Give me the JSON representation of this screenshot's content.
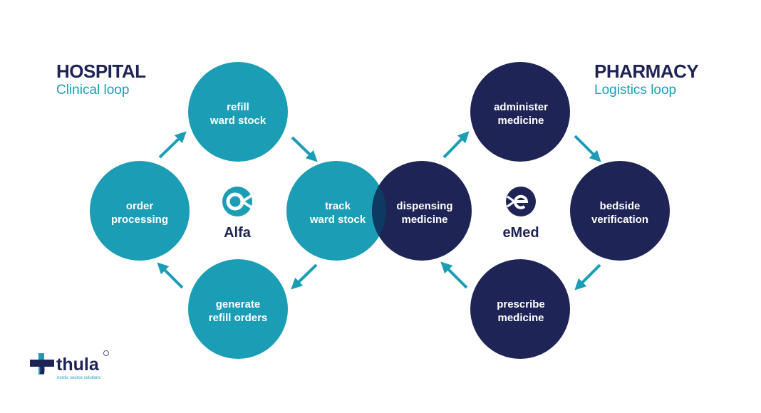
{
  "hospital": {
    "title": "HOSPITAL",
    "subtitle": "Clinical loop",
    "logo": "Alfa",
    "nodes": [
      [
        "refill",
        "ward stock"
      ],
      [
        "order",
        "processing"
      ],
      [
        "track",
        "ward stock"
      ],
      [
        "generate",
        "refill orders"
      ]
    ]
  },
  "pharmacy": {
    "title": "PHARMACY",
    "subtitle": "Logistics loop",
    "logo": "eMed",
    "nodes": [
      [
        "dispensing",
        "medicine"
      ],
      [
        "administer",
        "medicine"
      ],
      [
        "bedside",
        "verification"
      ],
      [
        "prescribe",
        "medicine"
      ]
    ]
  },
  "brand": {
    "name": "thula",
    "tagline": "nordic source solutions"
  },
  "colors": {
    "teal": "#1a9db5",
    "navy": "#1f2456",
    "overlap": "#0d3a62"
  }
}
